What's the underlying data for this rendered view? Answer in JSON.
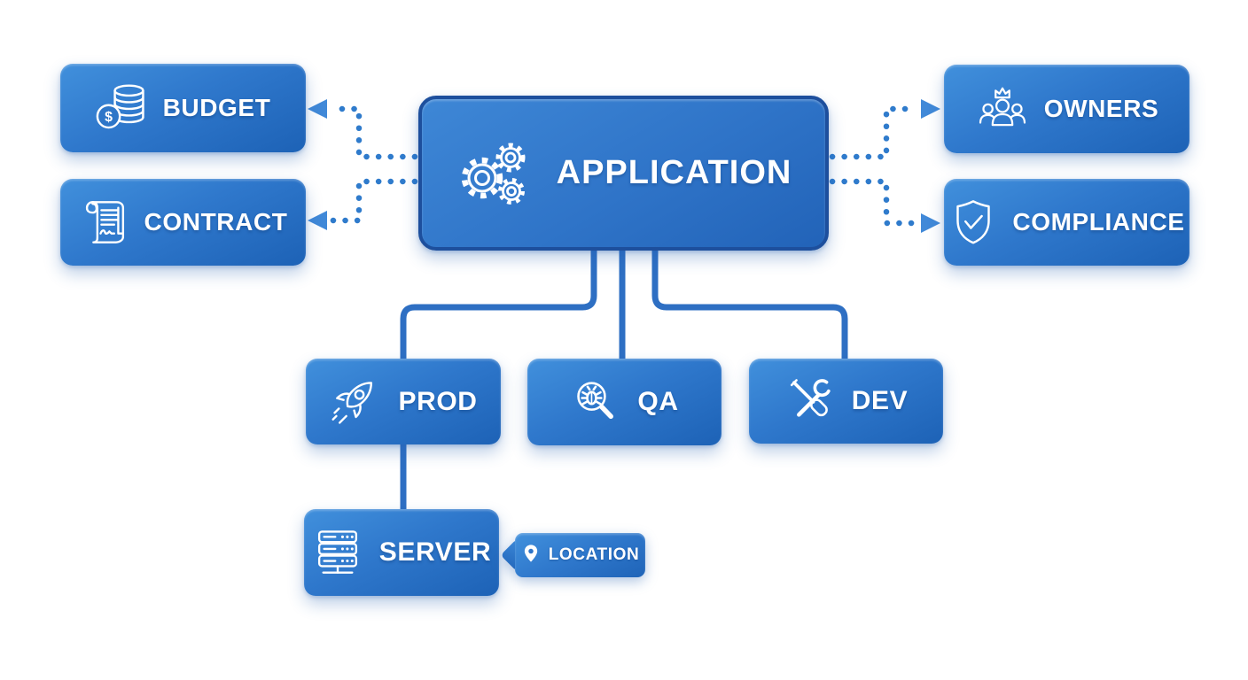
{
  "diagram": {
    "center_node": {
      "label": "APPLICATION",
      "icon": "gears-icon"
    },
    "left_nodes": [
      {
        "label": "BUDGET",
        "icon": "coins-icon"
      },
      {
        "label": "CONTRACT",
        "icon": "contract-scroll-icon"
      }
    ],
    "right_nodes": [
      {
        "label": "OWNERS",
        "icon": "team-crown-icon"
      },
      {
        "label": "COMPLIANCE",
        "icon": "shield-check-icon"
      }
    ],
    "env_nodes": [
      {
        "label": "PROD",
        "icon": "rocket-icon"
      },
      {
        "label": "QA",
        "icon": "bug-search-icon"
      },
      {
        "label": "DEV",
        "icon": "tools-icon"
      }
    ],
    "server_node": {
      "label": "SERVER",
      "icon": "server-rack-icon"
    },
    "location_tag": {
      "label": "LOCATION",
      "icon": "map-pin-icon"
    },
    "icon_glyphs": {
      "dollar_sign": "$"
    },
    "colors": {
      "box_gradient_top": "#4190dc",
      "box_gradient_bottom": "#1d62b6",
      "center_border": "#1d4f9d",
      "solid_line": "#2e6fc3",
      "dotted_line": "#2f7bcc",
      "arrowhead": "#4189d8",
      "text": "#ffffff",
      "background": "#ffffff"
    }
  }
}
